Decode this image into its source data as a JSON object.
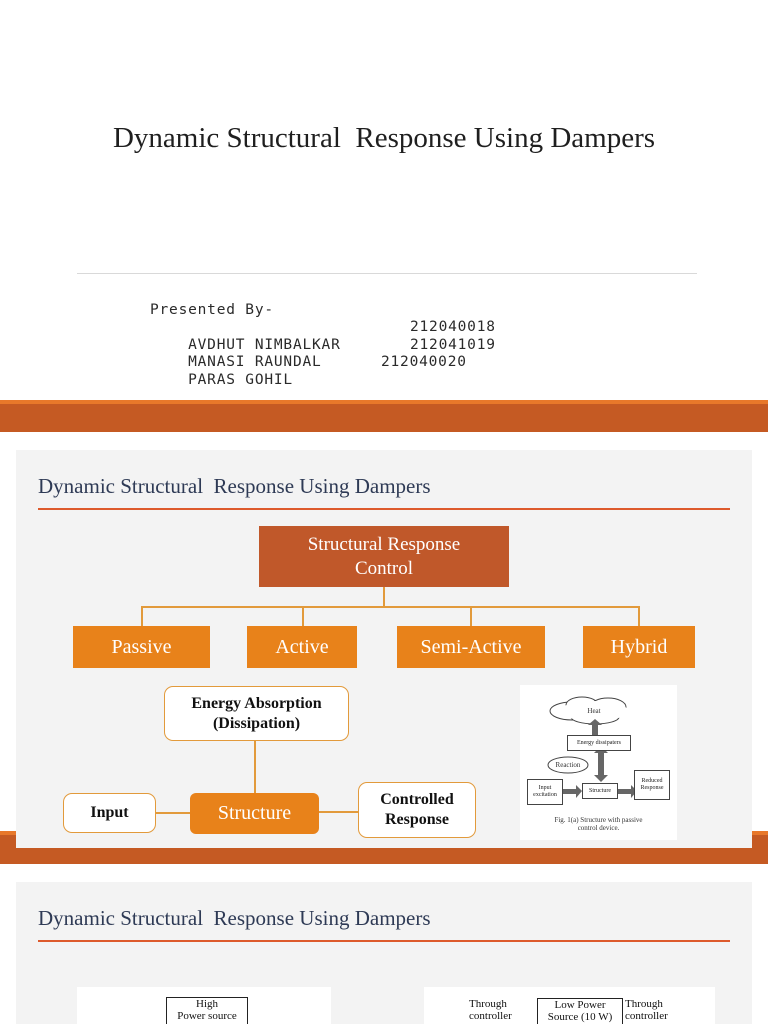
{
  "slide1": {
    "title": "Dynamic Structural  Response Using Dampers",
    "presented_by": "Presented By-",
    "presenters": [
      {
        "name": "AVDHUT NIMBALKAR",
        "id": "212040018"
      },
      {
        "name": "MANASI RAUNDAL",
        "id": "212041019"
      },
      {
        "name": "PARAS GOHIL",
        "id": "212040020"
      }
    ]
  },
  "slide2": {
    "title": "Dynamic Structural  Response Using Dampers",
    "root": "Structural Response\nControl",
    "categories": [
      "Passive",
      "Active",
      "Semi-Active",
      "Hybrid"
    ],
    "energy_box": "Energy Absorption\n(Dissipation)",
    "input_box": "Input",
    "structure_box": "Structure",
    "controlled_box": "Controlled\nResponse",
    "figure": {
      "heat": "Heat",
      "energy_dissipaters": "Energy dissipaters",
      "reaction": "Reaction",
      "input_excitation": "Input\nexcitation",
      "structure": "Structure",
      "reduced_response": "Reduced\nResponse",
      "caption": "Fig. 1(a) Structure with passive\ncontrol device."
    }
  },
  "slide3": {
    "title": "Dynamic Structural  Response Using Dampers",
    "left_fig": {
      "high": "High",
      "power_source": "Power source"
    },
    "right_fig": {
      "through1": "Through\ncontroller",
      "low_power": "Low Power\nSource  (10 W)",
      "through2": "Through\ncontroller"
    }
  },
  "colors": {
    "accent_dark": "#c0582a",
    "accent_orange": "#e8821a",
    "title_navy": "#2e3a55",
    "rule_orange": "#dd5a2c"
  }
}
